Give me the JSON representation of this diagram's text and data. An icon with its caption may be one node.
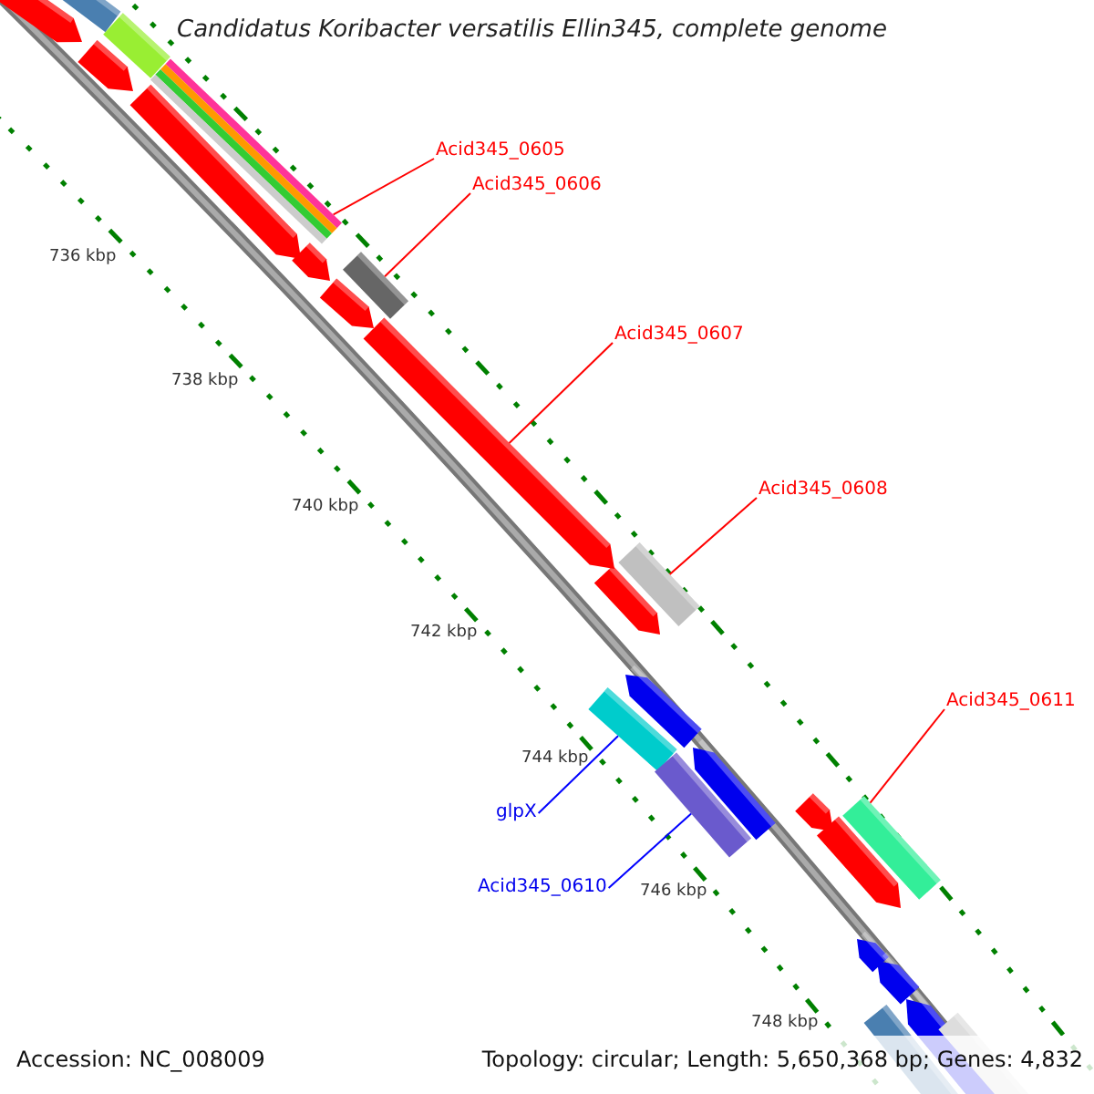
{
  "diagram": {
    "title": "Candidatus Koribacter versatilis Ellin345, complete genome",
    "nodes": [
      {
        "text": [
          "Acid345_0605"
        ]
      },
      {
        "text": [],
        "shape": "bar"
      },
      {
        "text": [
          "Acid345_0606"
        ]
      },
      {
        "text": [],
        "shape": "bar"
      },
      {
        "text": [
          "Acid345_0607"
        ]
      },
      {
        "text": [],
        "shape": "bar"
      },
      {
        "text": [
          "Acid345_0608"
        ]
      },
      {
        "text": [],
        "shape": "bar"
      },
      {
        "text": [
          "Acid345_0611"
        ]
      },
      {
        "text": [],
        "shape": "bar"
      },
      {
        "text": [
          "glpX"
        ]
      },
      {
        "text": [],
        "shape": "bar"
      },
      {
        "text": [
          "Acid345_0610"
        ]
      },
      {
        "text": [],
        "shape": "bar"
      }
    ],
    "edges": [
      {
        "from": 0,
        "to": 1,
        "arrow": "none"
      },
      {
        "from": 2,
        "to": 3,
        "arrow": "none"
      },
      {
        "from": 4,
        "to": 5,
        "arrow": "none"
      },
      {
        "from": 6,
        "to": 7,
        "arrow": "none"
      },
      {
        "from": 8,
        "to": 9,
        "arrow": "none"
      },
      {
        "from": 10,
        "to": 11,
        "arrow": "none",
        "color": "#0000ff"
      },
      {
        "from": 12,
        "to": 13,
        "arrow": "none",
        "color": "#0000ff"
      }
    ],
    "labels": [
      "736 kbp",
      "738 kbp",
      "740 kbp",
      "742 kbp",
      "744 kbp",
      "746 kbp",
      "748 kbp",
      "Accession: NC_008009",
      "Topology: circular; Length: 5,650,368 bp; Genes: 4,832"
    ]
  }
}
